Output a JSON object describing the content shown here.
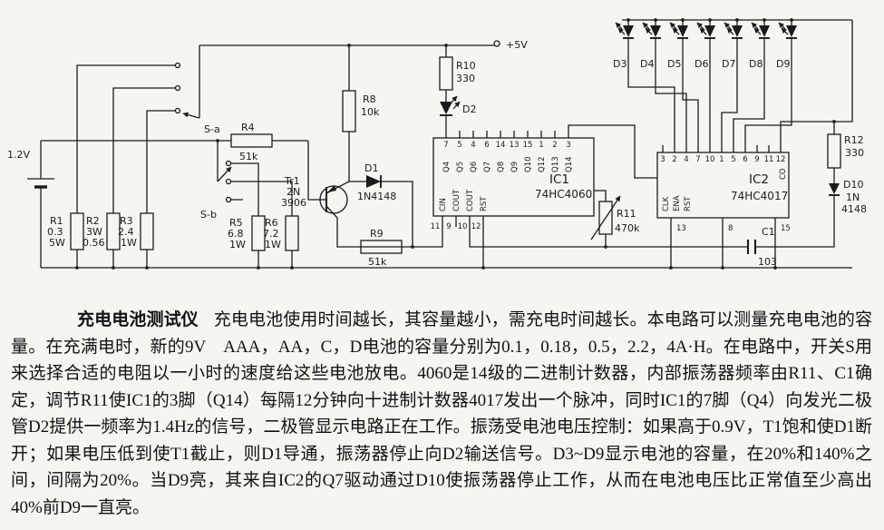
{
  "page": {
    "background": "#f6f5f2",
    "ink": "#1b1b1b"
  },
  "schematic": {
    "supply": "+5V",
    "battery": "1.2V",
    "switch_a": "S-a",
    "switch_b": "S-b",
    "r1": {
      "ref": "R1",
      "l1": "0.3",
      "l2": "5W"
    },
    "r2": {
      "ref": "R2",
      "l1": "3W",
      "l2": "0.56"
    },
    "r3": {
      "ref": "R3",
      "l1": "2.4",
      "l2": "1W"
    },
    "r4": {
      "ref": "R4",
      "val": "51k"
    },
    "r5": {
      "ref": "R5",
      "l1": "6.8",
      "l2": "1W"
    },
    "r6": {
      "ref": "R6",
      "l1": "7.2",
      "l2": "1W"
    },
    "r8": {
      "ref": "R8",
      "val": "10k"
    },
    "r9": {
      "ref": "R9",
      "val": "51k"
    },
    "r10": {
      "ref": "R10",
      "val": "330"
    },
    "r11": {
      "ref": "R11",
      "val": "470k"
    },
    "r12": {
      "ref": "R12",
      "val": "330"
    },
    "tr1": {
      "ref": "Tr1",
      "l1": "2N",
      "l2": "3906"
    },
    "d1": {
      "ref": "D1",
      "part": "1N4148"
    },
    "d2": {
      "ref": "D2"
    },
    "d10": {
      "ref": "D10",
      "l1": "1N",
      "l2": "4148"
    },
    "c1": {
      "ref": "C1",
      "val": "103"
    },
    "leds": [
      "D3",
      "D4",
      "D5",
      "D6",
      "D7",
      "D8",
      "D9"
    ],
    "ic1": {
      "name": "IC1",
      "part": "74HC4060",
      "top_pins": [
        "7",
        "5",
        "4",
        "6",
        "14",
        "13",
        "15",
        "1",
        "2",
        "3"
      ],
      "top_sigs": [
        "Q4",
        "Q5",
        "Q6",
        "Q7",
        "Q8",
        "Q9",
        "Q10",
        "Q12",
        "Q13",
        "Q14"
      ],
      "bot_pins": [
        "11",
        "9",
        "10",
        "12"
      ],
      "bot_sigs": [
        "CIN",
        "COUT",
        "COUT",
        "RST"
      ]
    },
    "ic2": {
      "name": "IC2",
      "part": "74HC4017",
      "top_pins": [
        "3",
        "2",
        "4",
        "7",
        "10",
        "1",
        "5",
        "6",
        "9",
        "11",
        "12"
      ],
      "left_sigs": [
        "CLK",
        "ENA",
        "RST"
      ],
      "bot_pins": [
        "13",
        "8",
        "15"
      ],
      "co": "CO"
    }
  },
  "article": {
    "title": "充电电池测试仪",
    "body": "充电电池使用时间越长，其容量越小，需充电时间越长。本电路可以测量充电电池的容量。在充满电时，新的9V　AAA，AA，C，D电池的容量分别为0.1，0.18，0.5，2.2，4A·H。在电路中，开关S用来选择合适的电阻以一小时的速度给这些电池放电。4060是14级的二进制计数器，内部振荡器频率由R11、C1确定，调节R11使IC1的3脚（Q14）每隔12分钟向十进制计数器4017发出一个脉冲，同时IC1的7脚（Q4）向发光二极管D2提供一频率为1.4Hz的信号，二极管显示电路正在工作。振荡受电池电压控制：如果高于0.9V，T1饱和使D1断开；如果电压低到使T1截止，则D1导通，振荡器停止向D2输送信号。D3~D9显示电池的容量，在20%和140%之间，间隔为20%。当D9亮，其来自IC2的Q7驱动通过D10使振荡器停止工作，从而在电池电压比正常值至少高出40%前D9一直亮。"
  }
}
